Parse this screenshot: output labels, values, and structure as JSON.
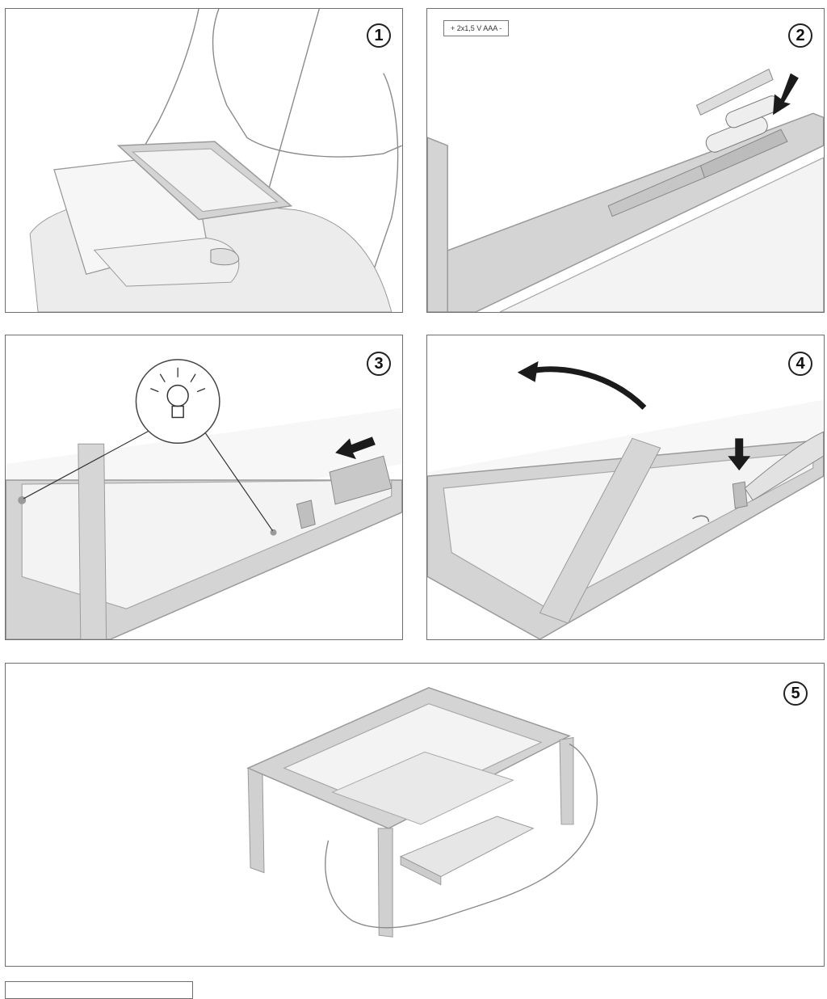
{
  "steps": [
    {
      "number": "1"
    },
    {
      "number": "2",
      "battery_label": "+ 2x1,5 V AAA -"
    },
    {
      "number": "3"
    },
    {
      "number": "4"
    },
    {
      "number": "5"
    }
  ]
}
